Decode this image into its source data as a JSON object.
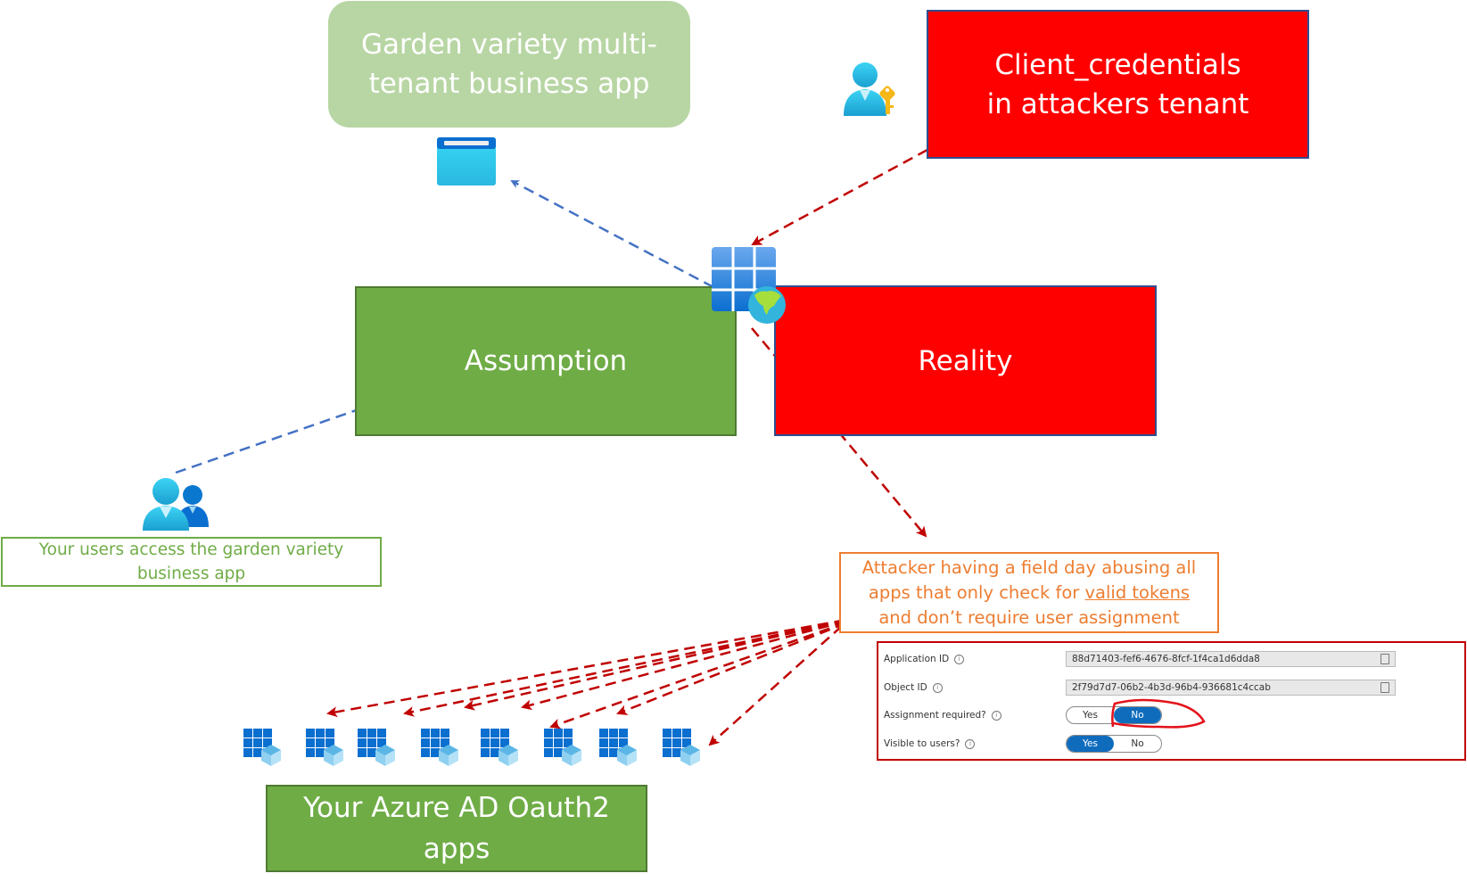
{
  "diagram": {
    "boxes": {
      "garden_app": "Garden variety multi-tenant business app",
      "client_credentials": "Client_credentials in attackers tenant",
      "assumption": "Assumption",
      "reality": "Reality",
      "users_access": "Your users access the garden variety business app",
      "attacker_pre": "Attacker having a field day abusing all apps that only check for ",
      "attacker_underline": "valid tokens ",
      "attacker_post": "and don’t require user assignment",
      "oauth_apps": "Your Azure AD Oauth2 apps"
    },
    "icons": {
      "web_app": "web-app-icon",
      "user_key": "user-key-icon",
      "enterprise_app_globe": "multi-tenant-app-icon",
      "users_group": "users-group-icon",
      "app_registration": "app-registration-icon"
    },
    "oauth_app_count": 8,
    "colors": {
      "garden_fill": "#b8d6a4",
      "red_fill": "#ff0000",
      "green_fill": "#6fac46",
      "orange_text": "#ed7d31",
      "blue_arrow": "#4472c4",
      "red_arrow": "#c00000",
      "toggle_blue": "#0f6cbd"
    }
  },
  "panel": {
    "application_id_label": "Application ID",
    "application_id_value": "88d71403-fef6-4676-8fcf-1f4ca1d6dda8",
    "object_id_label": "Object ID",
    "object_id_value": "2f79d7d7-06b2-4b3d-96b4-936681c4ccab",
    "assignment_required_label": "Assignment required?",
    "assignment_required": {
      "yes": "Yes",
      "no": "No",
      "selected": "No"
    },
    "visible_to_users_label": "Visible to users?",
    "visible_to_users": {
      "yes": "Yes",
      "no": "No",
      "selected": "Yes"
    },
    "info_glyph": "i"
  }
}
